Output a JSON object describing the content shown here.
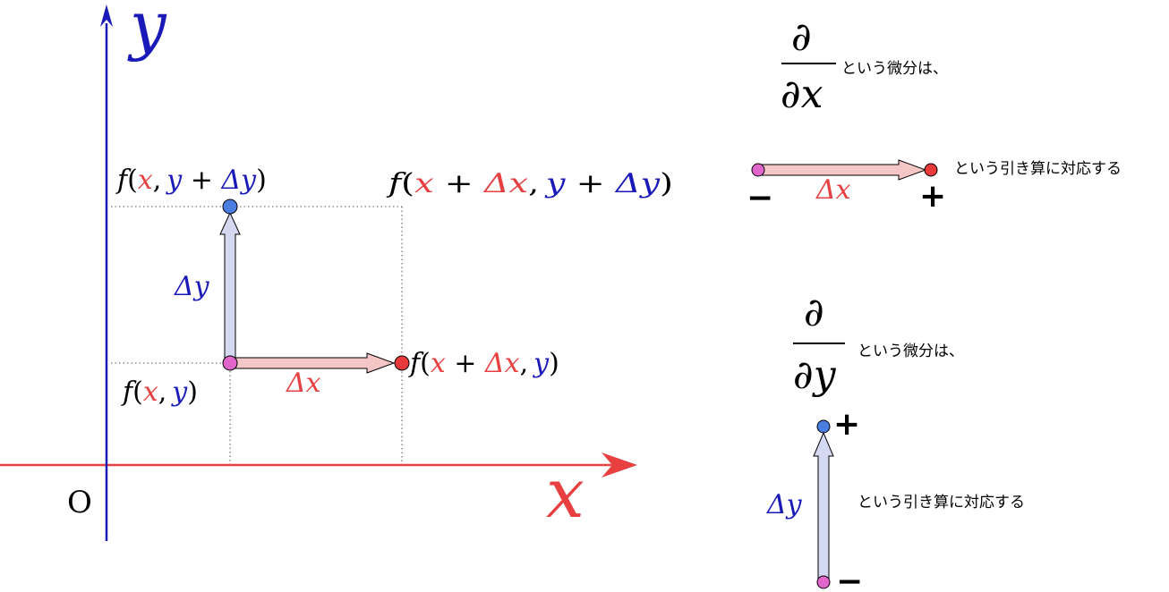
{
  "colors": {
    "x": "#e84040",
    "y": "#1a1ab8",
    "point_origin": "#e066cc",
    "point_x": "#e83a3a",
    "point_y": "#4a7de0",
    "arrow_x_fill": "#f5c6c6",
    "arrow_y_fill": "#d4d8f0"
  },
  "axes": {
    "x_label": "x",
    "y_label": "y",
    "origin_label": "O"
  },
  "points": {
    "origin": {
      "f": "f",
      "open": "(",
      "x": "x",
      "comma": ",",
      "y": "y",
      "close": ")"
    },
    "x_shift": {
      "f": "f",
      "open": "(",
      "x": "x",
      "plus": " + ",
      "dx": "Δx",
      "comma": ",",
      "y": "y",
      "close": ")"
    },
    "y_shift": {
      "f": "f",
      "open": "(",
      "x": "x",
      "comma": ",",
      "y": "y",
      "plus": " + ",
      "dy": "Δy",
      "close": ")"
    },
    "xy_shift": {
      "f": "f",
      "open": "(",
      "x": "x",
      "plus1": " + ",
      "dx": "Δx",
      "comma": ",",
      "y": "y",
      "plus2": " + ",
      "dy": "Δy",
      "close": ")"
    }
  },
  "arrows": {
    "dx": "Δx",
    "dy": "Δy"
  },
  "right_panel": {
    "partial_x": {
      "numerator": "∂",
      "denominator": "∂x",
      "text": "という微分は、",
      "subtraction_text": "という引き算に対応する",
      "minus": "−",
      "plus": "+",
      "delta": "Δx"
    },
    "partial_y": {
      "numerator": "∂",
      "denominator": "∂y",
      "text": "という微分は、",
      "subtraction_text": "という引き算に対応する",
      "minus": "−",
      "plus": "+",
      "delta": "Δy"
    }
  }
}
